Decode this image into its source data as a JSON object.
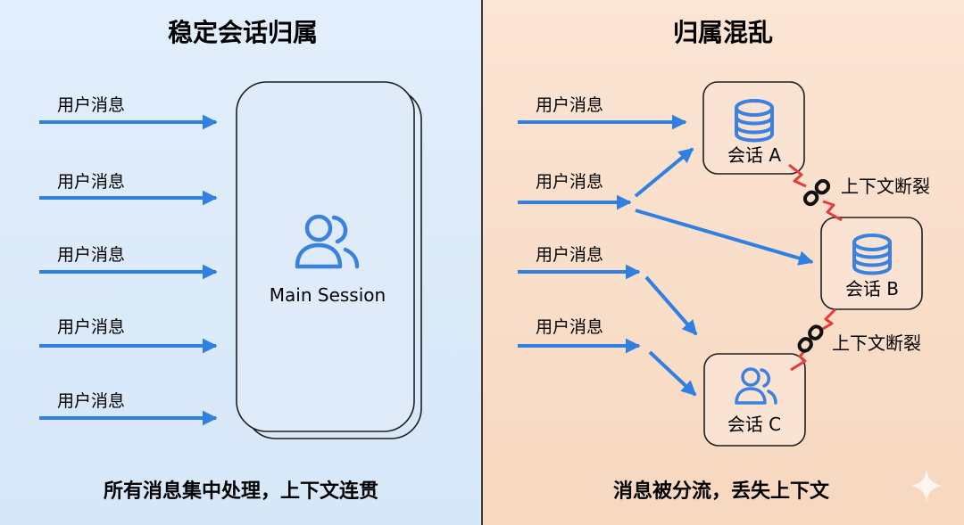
{
  "left": {
    "title": "稳定会话归属",
    "messages": [
      "用户消息",
      "用户消息",
      "用户消息",
      "用户消息",
      "用户消息"
    ],
    "session_label": "Main Session",
    "caption": "所有消息集中处理，上下文连贯"
  },
  "right": {
    "title": "归属混乱",
    "messages": [
      "用户消息",
      "用户消息",
      "用户消息",
      "用户消息"
    ],
    "sessions": [
      "会话 A",
      "会话 B",
      "会话 C"
    ],
    "breaks": [
      "上下文断裂",
      "上下文断裂"
    ],
    "caption": "消息被分流，丢失上下文"
  },
  "colors": {
    "arrow": "#2f80e0",
    "icon": "#3b82e0",
    "break": "#e83a3a",
    "left_bg": "#dce9f8",
    "right_bg": "#f9dfcb"
  },
  "icons": {
    "session_icon": "users-icon",
    "database_icon": "database-icon",
    "break_icon": "broken-link-icon",
    "sparkle_icon": "sparkle-icon"
  }
}
